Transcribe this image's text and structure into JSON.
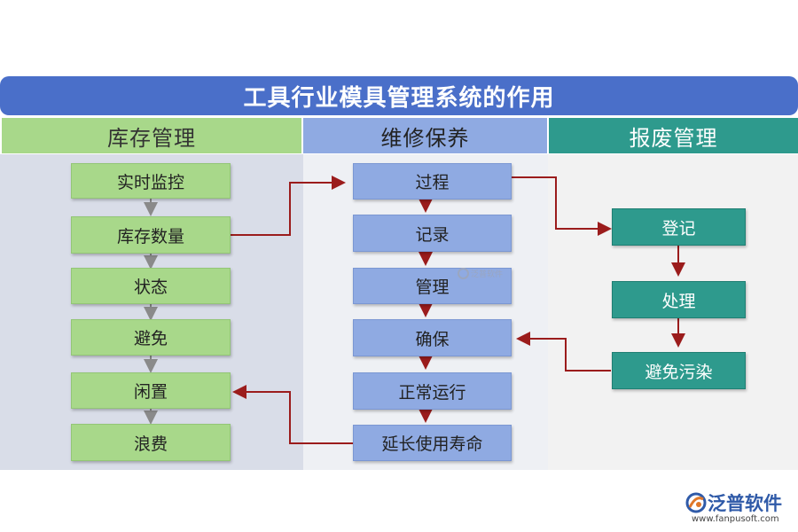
{
  "title": "工具行业模具管理系统的作用",
  "columns": [
    {
      "header": "库存管理",
      "items": [
        "实时监控",
        "库存数量",
        "状态",
        "避免",
        "闲置",
        "浪费"
      ]
    },
    {
      "header": "维修保养",
      "items": [
        "过程",
        "记录",
        "管理",
        "确保",
        "正常运行",
        "延长使用寿命"
      ]
    },
    {
      "header": "报废管理",
      "items": [
        "登记",
        "处理",
        "避免污染"
      ]
    }
  ],
  "colors": {
    "title_bar": "#4a6fc9",
    "col1_header": "#a8d88a",
    "col2_header": "#8faae2",
    "col3_header": "#2e9a8d",
    "col1_bg": "#d9dde8",
    "col2_bg": "#eef0f4",
    "col3_bg": "#f2f2f2",
    "arrow_gray": "#8a8a8a",
    "arrow_red": "#9b1c1c"
  },
  "watermark": "泛普软件",
  "logo": {
    "name": "泛普软件",
    "url": "www.fanpusoft.com",
    "icon": "fanpu-logo-icon"
  }
}
